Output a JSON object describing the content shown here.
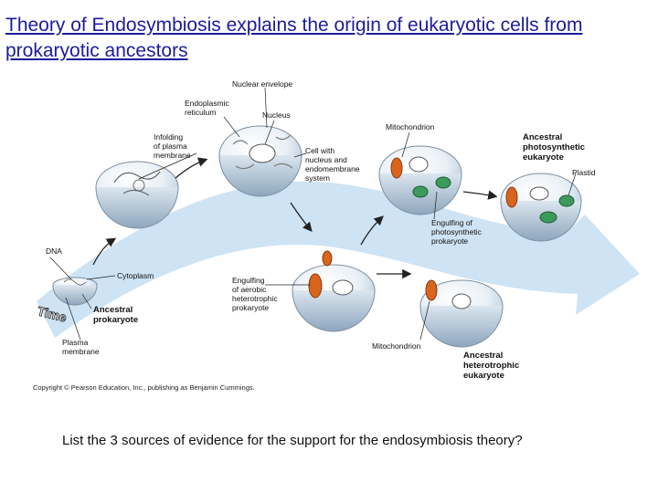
{
  "slide": {
    "title": "Theory of Endosymbiosis explains the origin of eukaryotic cells from prokaryotic ancestors",
    "question": "List the 3 sources of evidence for the support for the endosymbiosis theory?"
  },
  "figure": {
    "labels": {
      "nuclear_envelope": "Nuclear envelope",
      "endoplasmic_reticulum": [
        "Endoplasmic",
        "reticulum"
      ],
      "nucleus": "Nucleus",
      "infolding": [
        "Infolding",
        "of plasma",
        "membrane"
      ],
      "cell_with_nucleus": [
        "Cell with",
        "nucleus and",
        "endomembrane",
        "system"
      ],
      "mitochondrion_top": "Mitochondrion",
      "ancestral_photosynthetic": [
        "Ancestral",
        "photosynthetic",
        "eukaryote"
      ],
      "plastid": "Plastid",
      "engulfing_photosynthetic": [
        "Engulfing of",
        "photosynthetic",
        "prokaryote"
      ],
      "dna": "DNA",
      "cytoplasm": "Cytoplasm",
      "engulfing_aerobic": [
        "Engulfing",
        "of aerobic",
        "heterotrophic",
        "prokaryote"
      ],
      "time": "Time",
      "ancestral_prokaryote": [
        "Ancestral",
        "prokaryote"
      ],
      "plasma_membrane": [
        "Plasma",
        "membrane"
      ],
      "mitochondrion_bottom": "Mitochondrion",
      "ancestral_heterotrophic": [
        "Ancestral",
        "heterotrophic",
        "eukaryote"
      ]
    },
    "copyright": "Copyright © Pearson Education, Inc., publishing as Benjamin Cummings."
  },
  "colors": {
    "title": "#1c1c9c",
    "arrow_band": "#c6def2",
    "cell_fill": "#eef3f7",
    "mitochondrion": "#d9641e",
    "plastid": "#3c9a5a"
  }
}
